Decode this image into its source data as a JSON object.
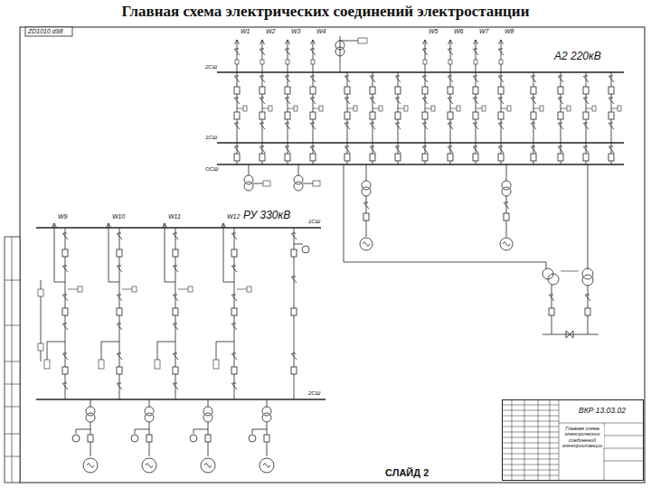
{
  "diagram": {
    "title": "Главная схема электрических соединений электростанции",
    "nodes": [
      {
        "text": [
          "ВКР 13.03.02",
          "Главная схема электрических соединений электростанции"
        ]
      }
    ],
    "labels": [
      "ZD1010 d98",
      "W1",
      "W2",
      "W3",
      "W4",
      "W5",
      "W6",
      "W7",
      "W8",
      "А2 220кВ",
      "2СШ",
      "1СШ",
      "ОСШ",
      "W9",
      "W10",
      "W11",
      "W12",
      "РУ 330кВ",
      "1СШ",
      "2СШ",
      "СЛАЙД 2"
    ]
  }
}
